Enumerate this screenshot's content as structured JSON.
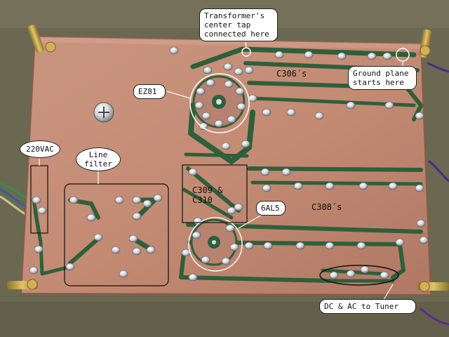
{
  "photo": {
    "subject": "copper-clad PCB underside with green traces and solder joints",
    "colors": {
      "background": "#6e6a55",
      "copper": "#c8927c",
      "copper_dark": "#a7705c",
      "trace": "#2f5f3c",
      "solder": "#d9dadc",
      "standoff": "#c9a84a",
      "wire_purple": "#4a2c8a",
      "wire_green": "#3a8a52"
    }
  },
  "labels": {
    "transformer": "Transformer's\ncenter tap\nconnected here",
    "ground_plane": "Ground plane\nstarts here",
    "ez81": "EZ81",
    "c306": "C306´s",
    "vac": "220VAC",
    "line_filter": "Line\nfilter",
    "c309_c310": "C309 &\nC310",
    "al5": "6AL5",
    "c308": "C308´s",
    "tuner": "DC & AC to Tuner"
  }
}
